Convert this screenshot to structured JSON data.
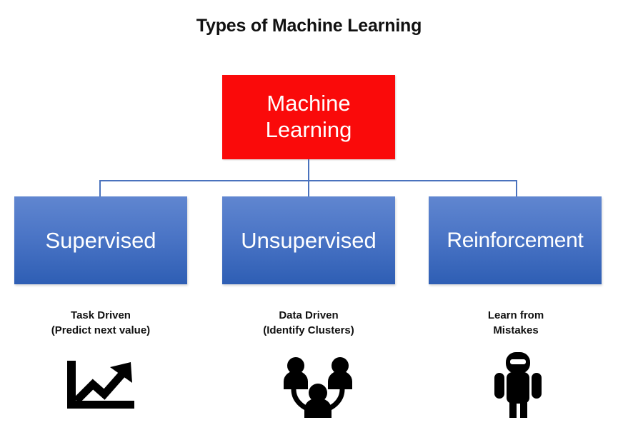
{
  "page": {
    "title": "Types of Machine Learning",
    "background_color": "#FFFFFF"
  },
  "colors": {
    "root_fill": "#FA0A0A",
    "branch_fill_top": "#6086D0",
    "branch_fill_bottom": "#2E5EB4",
    "connector": "#4A72BD",
    "node_text": "#FFFFFF",
    "caption_text": "#111111",
    "icon_color": "#000000"
  },
  "diagram": {
    "type": "hierarchy-tree",
    "root": {
      "label": "Machine Learning",
      "label_lines": [
        "Machine",
        "Learning"
      ]
    },
    "branches": [
      {
        "id": "supervised",
        "label": "Supervised",
        "caption_lines": [
          "Task Driven",
          "(Predict next value)"
        ],
        "icon": "line-chart-uptrend-icon"
      },
      {
        "id": "unsupervised",
        "label": "Unsupervised",
        "caption_lines": [
          "Data Driven",
          "(Identify Clusters)"
        ],
        "icon": "people-cluster-icon"
      },
      {
        "id": "reinforcement",
        "label": "Reinforcement",
        "caption_lines": [
          "Learn from",
          "Mistakes"
        ],
        "icon": "robot-icon"
      }
    ]
  }
}
